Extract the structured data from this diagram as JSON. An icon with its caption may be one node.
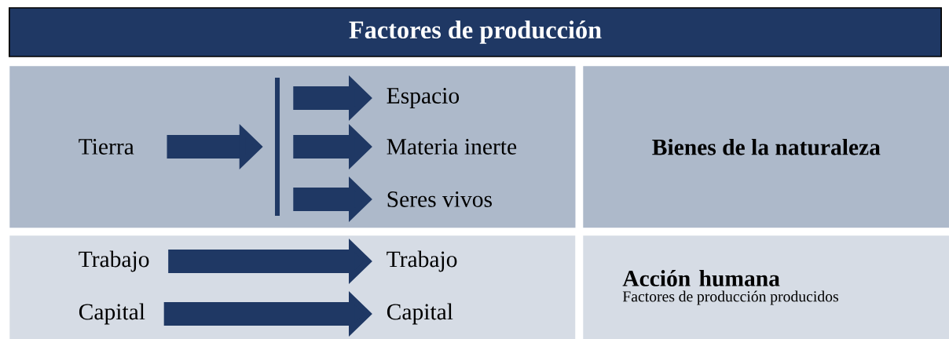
{
  "diagram": {
    "title": "Factores de producción",
    "nodes": [
      {
        "text": [],
        "shape": "box"
      },
      {
        "text": [
          "Tierra"
        ],
        "in": 0
      },
      {
        "text": [],
        "shape": "bar",
        "in": 0
      },
      {
        "text": [
          "Espacio"
        ],
        "in": 0
      },
      {
        "text": [
          "Materia inerte"
        ],
        "in": 0
      },
      {
        "text": [
          "Seres vivos"
        ],
        "in": 0
      },
      {
        "text": [
          "Bienes de la naturaleza"
        ]
      },
      {
        "text": [],
        "shape": "box"
      },
      {
        "text": [
          "Trabajo"
        ],
        "in": 7
      },
      {
        "text": [
          "Trabajo"
        ],
        "in": 7
      },
      {
        "text": [
          "Capital"
        ],
        "in": 7
      },
      {
        "text": [
          "Capital"
        ],
        "in": 7
      },
      {
        "text": [
          "Acción humana",
          "Factores de producción producidos"
        ]
      }
    ],
    "edges": [
      {
        "from": 1,
        "to": 2,
        "arrow": "to"
      },
      {
        "from": 2,
        "to": 3,
        "arrow": "to"
      },
      {
        "from": 2,
        "to": 4,
        "arrow": "to"
      },
      {
        "from": 2,
        "to": 5,
        "arrow": "to"
      },
      {
        "from": 8,
        "to": 9,
        "arrow": "to"
      },
      {
        "from": 10,
        "to": 11,
        "arrow": "to"
      }
    ]
  }
}
